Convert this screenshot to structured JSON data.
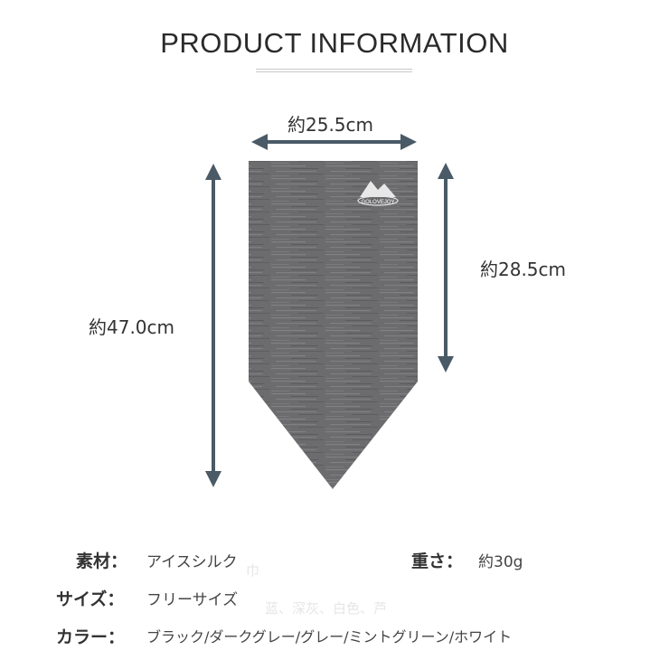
{
  "header": {
    "title": "PRODUCT INFORMATION"
  },
  "dimensions": {
    "width_label": "約25.5cm",
    "upper_length_label": "約28.5cm",
    "total_length_label": "約47.0cm"
  },
  "product": {
    "logo_text": "GOLOVEJOY",
    "colors": {
      "fabric": "#6e6e70",
      "arrow": "#4a5a66"
    }
  },
  "specs": {
    "material_label": "素材：",
    "material_value": "アイスシルク",
    "weight_label": "重さ：",
    "weight_value": "約30g",
    "size_label": "サイズ：",
    "size_value": "フリーサイズ",
    "color_label": "カラー：",
    "color_value": "ブラック/ダークグレー/グレー/ミントグリーン/ホワイト"
  },
  "ghost_text": {
    "line1": "巾",
    "line2": "蓝、深灰、白色、芦"
  }
}
